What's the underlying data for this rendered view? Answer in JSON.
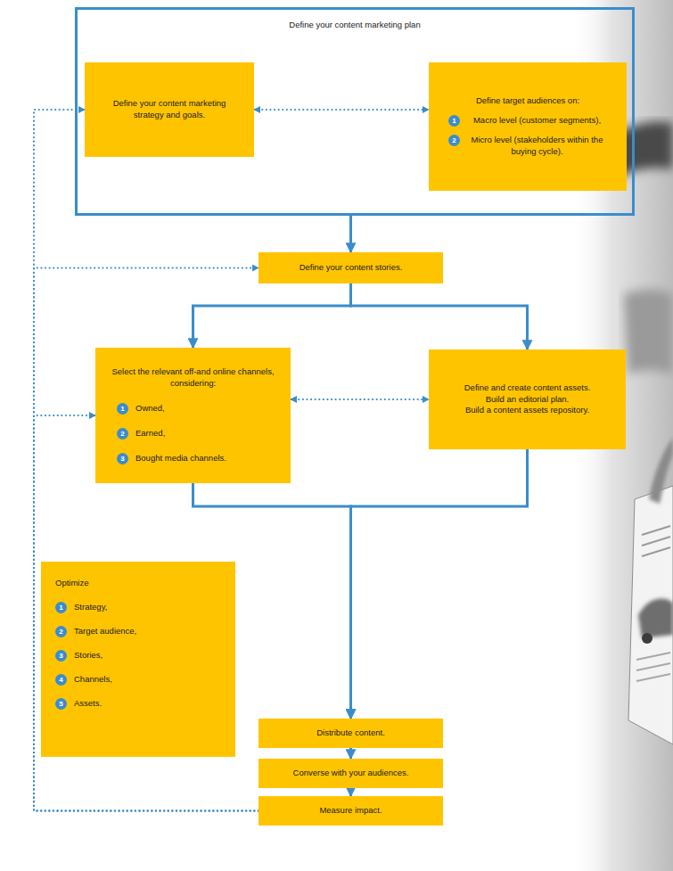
{
  "diagram": {
    "nodes": [
      {
        "text": [
          "Define your content marketing plan"
        ]
      },
      {
        "text": [
          "Define your content marketing strategy and goals."
        ],
        "in": 0
      },
      {
        "text": [
          "Define target audiences on:",
          "1",
          "Macro level (customer segments),",
          "2",
          "Micro level (stakeholders within the buying cycle)."
        ],
        "in": 0
      },
      {
        "text": [
          "Define your content stories."
        ]
      },
      {
        "text": [
          "Select the relevant off-and online channels, considering:",
          "1",
          "Owned,",
          "2",
          "Earned,",
          "3",
          "Bought media channels."
        ]
      },
      {
        "text": [
          "Define and create content assets.",
          "Build an editorial plan.",
          "Build a content assets repository."
        ]
      },
      {
        "text": [
          "Optimize",
          "1",
          "Strategy,",
          "2",
          "Target audience,",
          "3",
          "Stories,",
          "4",
          "Channels,",
          "5",
          "Assets."
        ]
      },
      {
        "text": [
          "Distribute content."
        ]
      },
      {
        "text": [
          "Converse with your audiences."
        ]
      },
      {
        "text": [
          "Measure impact."
        ]
      }
    ],
    "edges": [
      {
        "from": 1,
        "to": 2,
        "arrow": "both"
      },
      {
        "from": 0,
        "to": 3,
        "arrow": "to"
      },
      {
        "from": 3,
        "to": 4,
        "arrow": "to"
      },
      {
        "from": 3,
        "to": 5,
        "arrow": "to"
      },
      {
        "from": 4,
        "to": 5,
        "arrow": "both"
      },
      {
        "from": 4,
        "to": 7,
        "arrow": "to"
      },
      {
        "from": 5,
        "to": 7,
        "arrow": "to"
      },
      {
        "from": 7,
        "to": 8,
        "arrow": "to"
      },
      {
        "from": 8,
        "to": 9,
        "arrow": "to"
      },
      {
        "from": 9,
        "to": 1,
        "arrow": "to"
      },
      {
        "from": 9,
        "to": 3,
        "arrow": "to"
      },
      {
        "from": 9,
        "to": 4,
        "arrow": "to"
      }
    ]
  }
}
